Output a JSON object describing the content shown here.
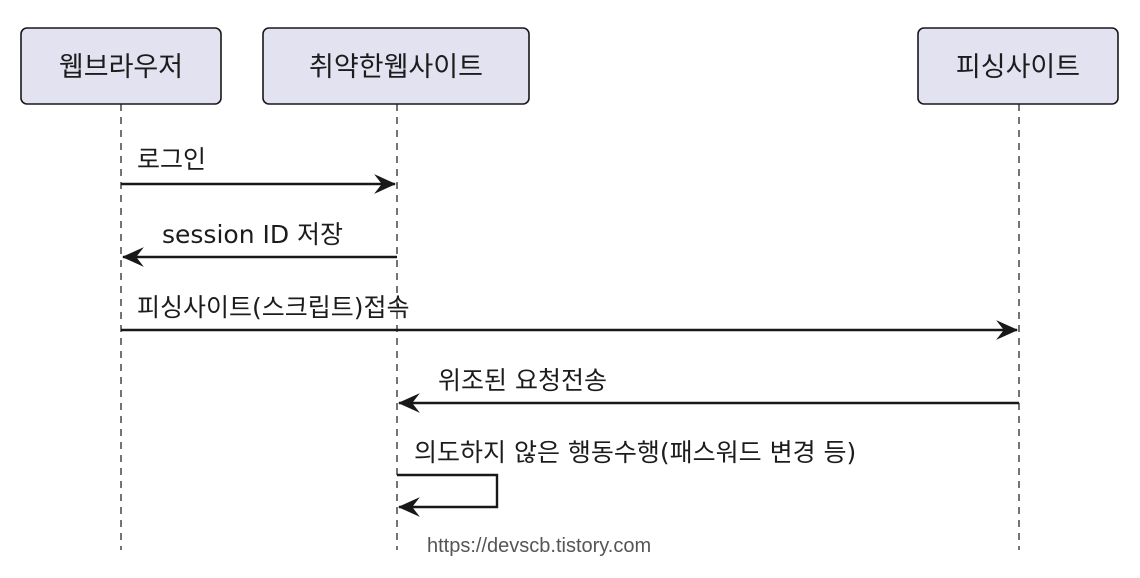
{
  "actors": [
    {
      "label": "웹브라우저"
    },
    {
      "label": "취약한웹사이트"
    },
    {
      "label": "피싱사이트"
    }
  ],
  "messages": [
    {
      "label": "로그인",
      "from": 0,
      "to": 1
    },
    {
      "label": "session ID 저장",
      "from": 1,
      "to": 0
    },
    {
      "label": "피싱사이트(스크립트)접속",
      "from": 0,
      "to": 2
    },
    {
      "label": "위조된 요청전송",
      "from": 2,
      "to": 1
    },
    {
      "label": "의도하지 않은 행동수행(패스워드 변경 등)",
      "from": 1,
      "to": 1
    }
  ],
  "watermark": "https://devscb.tistory.com",
  "colors": {
    "actor_fill": "#e2e2f0",
    "line": "#181818"
  }
}
